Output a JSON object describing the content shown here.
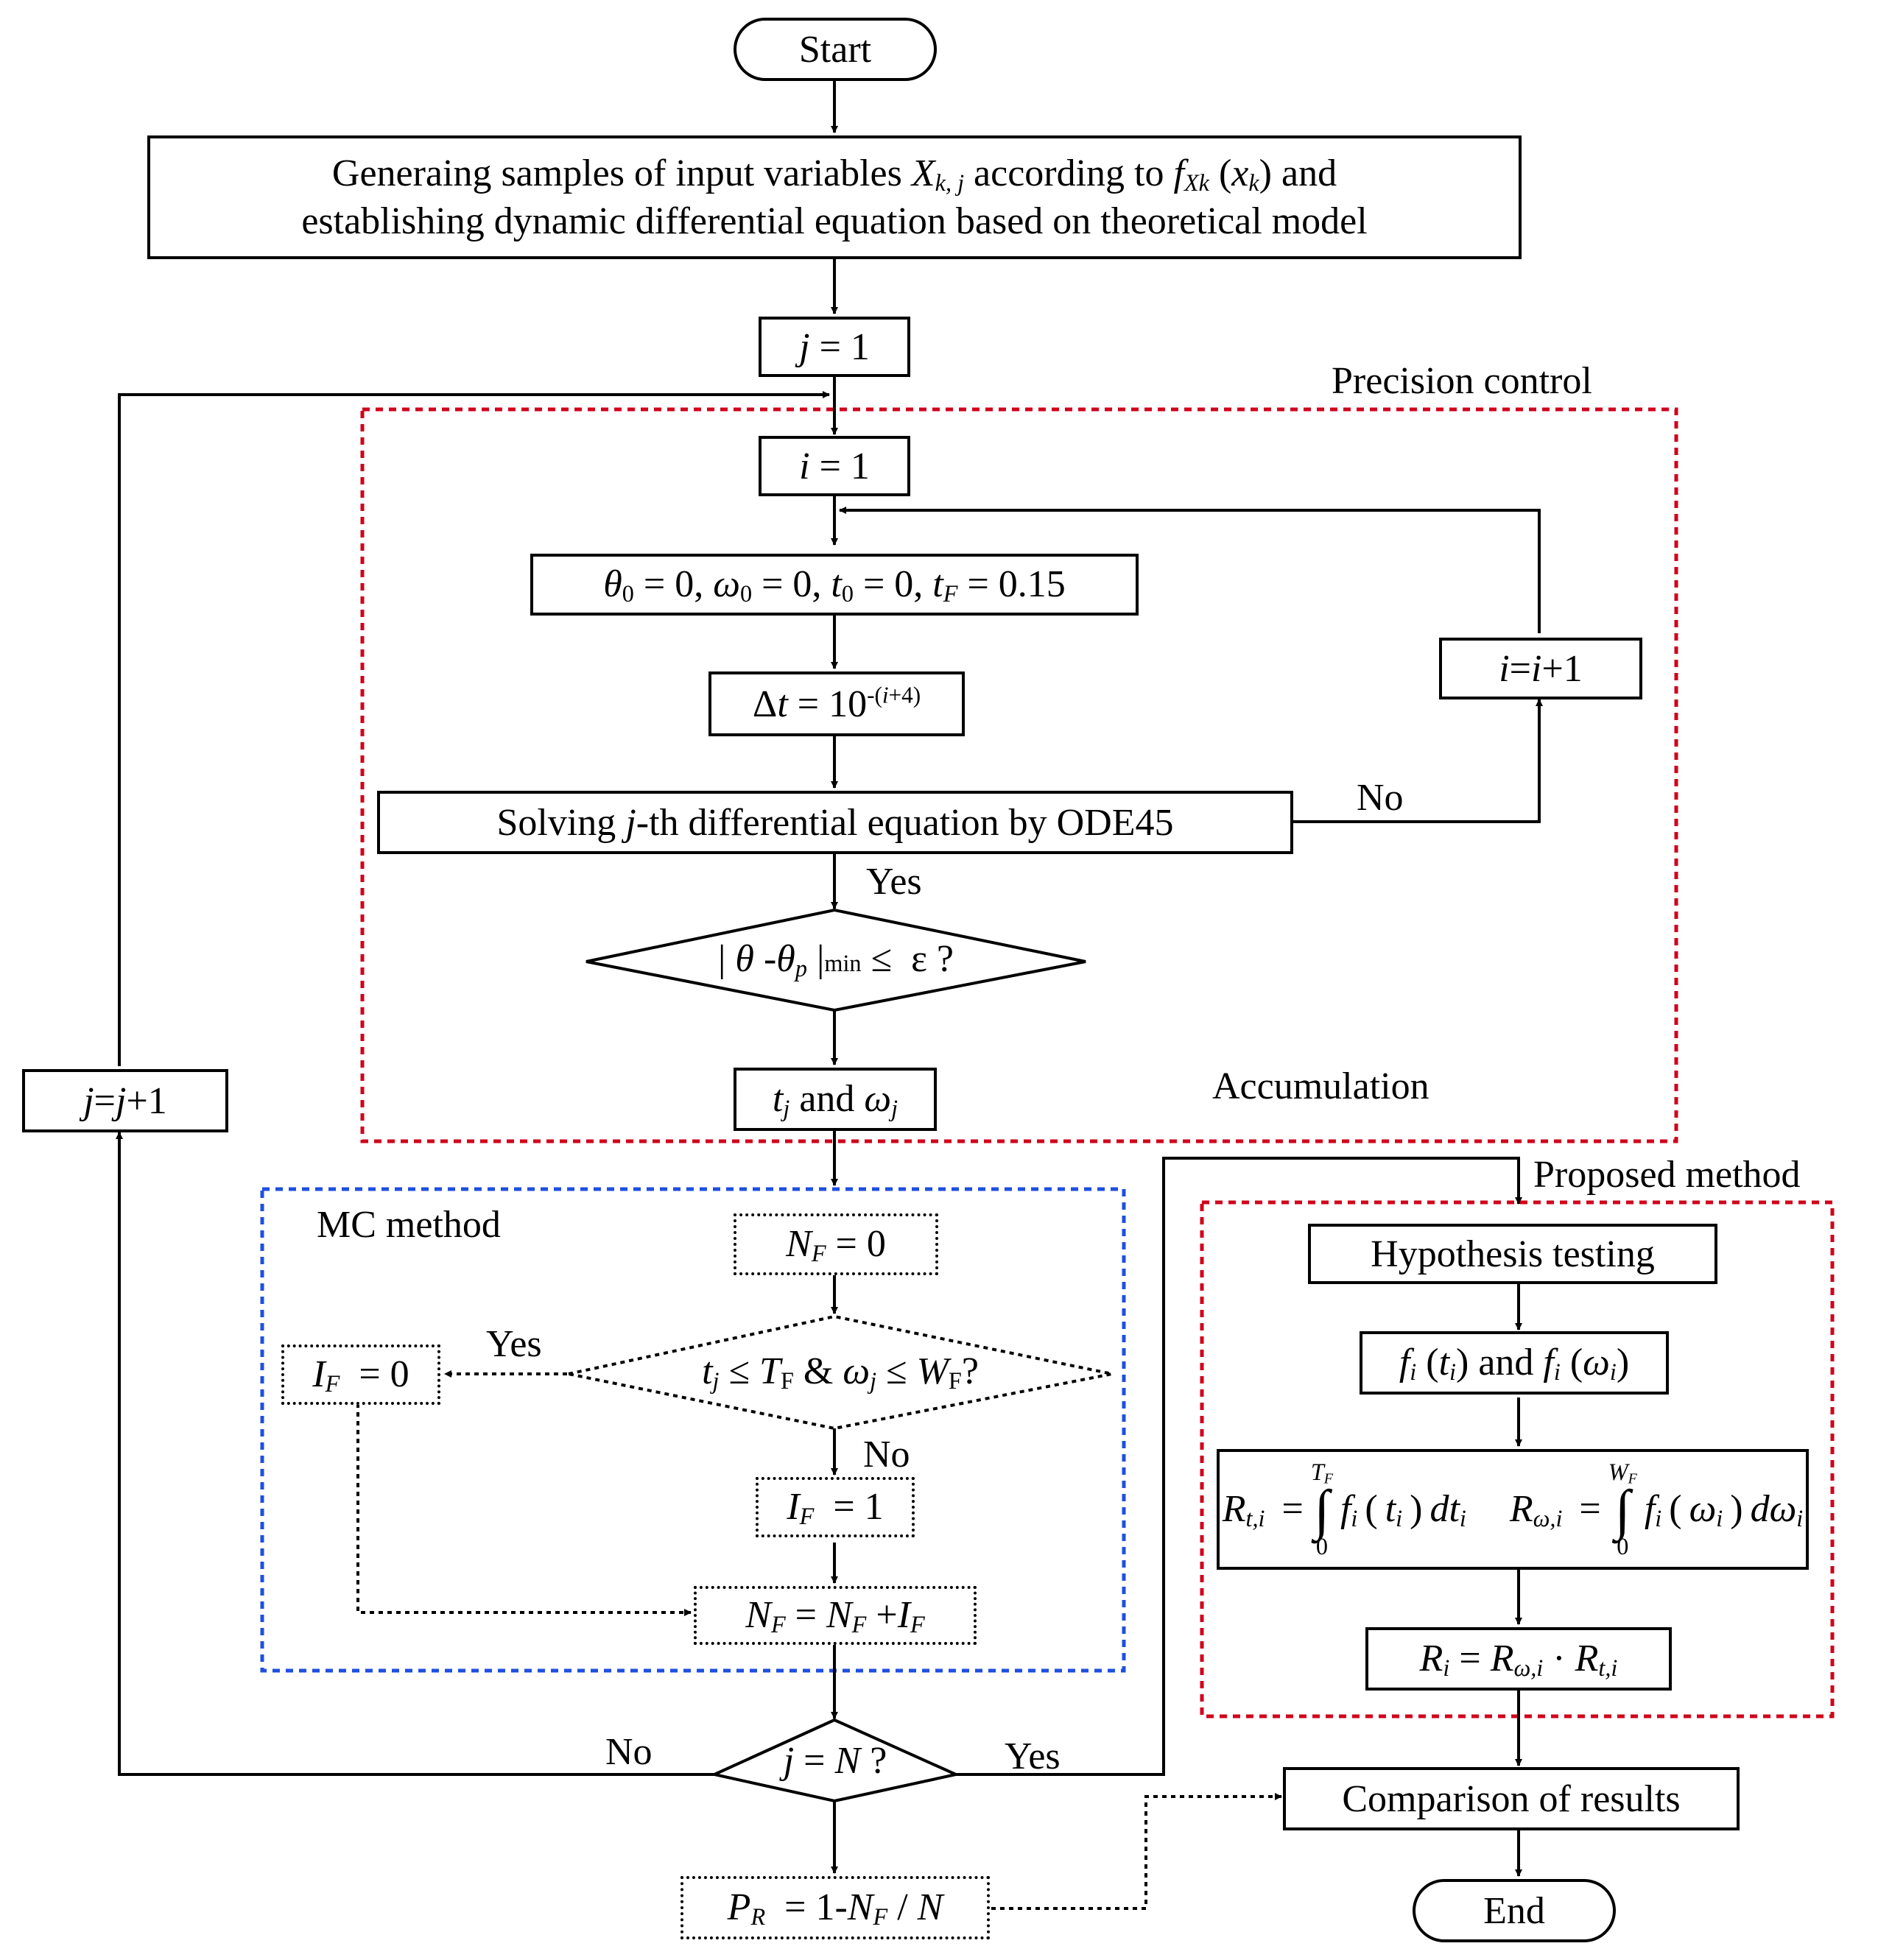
{
  "nodes": {
    "start": "Start",
    "generate_line1_a": "Generaing samples of input variables ",
    "generate_line1_b": " according to ",
    "generate_line1_c": " and",
    "generate_line2": "establishing dynamic differential equation based on theoretical model",
    "j1": "j = 1",
    "i1": "i = 1",
    "init": "θ0 = 0, ω0 = 0, t0 = 0, tF = 0.15",
    "dt": "Δt = 10^-(i+4)",
    "i_inc": "i=i+1",
    "solve_a": "Solving ",
    "solve_b": "-th differential equation  by ODE45",
    "condition": "| θ -θp |min ≤  ε ?",
    "tj_wj": "tj and ωj",
    "j_inc": "j=j+1",
    "nf0": "NF = 0",
    "mc_condition": "tj ≤ TF & ωj ≤ WF?",
    "if0": "IF  = 0",
    "if1": "IF  = 1",
    "nf_update": "NF = NF +IF",
    "j_eq_n": "j = N ?",
    "pr": "PR  = 1-NF / N",
    "hypothesis": "Hypothesis testing",
    "fi": "fi (ti) and fi (ωi)",
    "integrals": "Rt,i = ∫0^TF fi(ti)dti   Rω,i = ∫0^WF fi(ωi)dωi",
    "ri": "Ri = Rω,i · Rt,i",
    "comparison": "Comparison of results",
    "end": "End"
  },
  "labels": {
    "precision_control": "Precision control",
    "accumulation": "Accumulation",
    "mc_method": "MC method",
    "proposed_method": "Proposed method",
    "no_solve": "No",
    "yes_solve": "Yes",
    "yes_mc": "Yes",
    "no_mc": "No",
    "no_jn": "No",
    "yes_jn": "Yes"
  },
  "colors": {
    "precision_border": "#d0021b",
    "mc_border": "#1f4fe0",
    "proposed_border": "#d0021b",
    "lines": "#000000"
  }
}
